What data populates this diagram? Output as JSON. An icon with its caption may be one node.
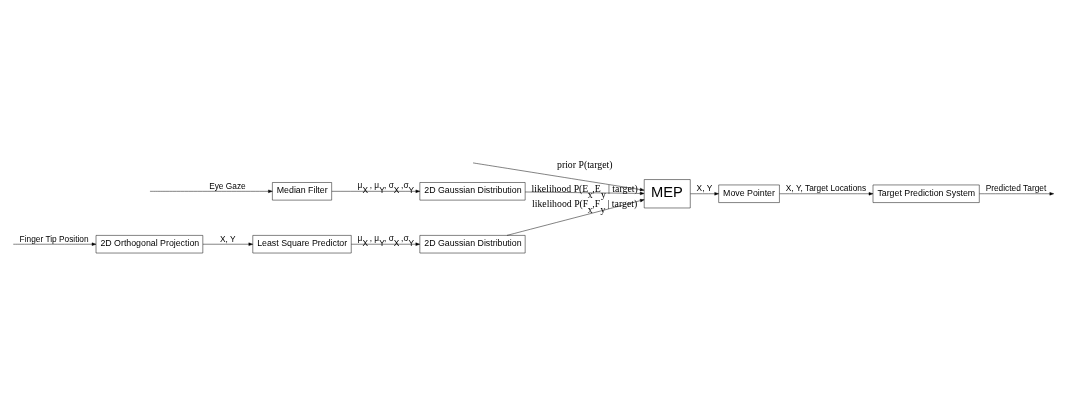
{
  "diagram": {
    "nodes": [
      {
        "text": [
          "Median Filter"
        ]
      },
      {
        "text": [
          "2D Gaussian Distribution"
        ]
      },
      {
        "text": [
          "MEP"
        ]
      },
      {
        "text": [
          "Move Pointer"
        ]
      },
      {
        "text": [
          "Target Prediction System"
        ]
      },
      {
        "text": [
          "2D Orthogonal Projection"
        ]
      },
      {
        "text": [
          "Least Square Predictor"
        ]
      },
      {
        "text": [
          "2D Gaussian Distribution"
        ]
      }
    ],
    "edges": [
      {
        "from": null,
        "to": 0,
        "arrow": "to",
        "label": "Eye Gaze"
      },
      {
        "from": 0,
        "to": 1,
        "arrow": "to",
        "label": "μ$_{X}$ , μ$_{Y}$, σ$_{X}$ ,σ$_{Y}$"
      },
      {
        "from": 1,
        "to": 2,
        "arrow": "to",
        "label": "likelihood P(E$_{x}$,E$_{y}$ | target)"
      },
      {
        "from": null,
        "to": 2,
        "arrow": "to",
        "label": "prior P(target)"
      },
      {
        "from": 7,
        "to": 2,
        "arrow": "to",
        "label": "likelihood P(F$_{x}$,F$_{y}$ | target)"
      },
      {
        "from": 2,
        "to": 3,
        "arrow": "to",
        "label": "X, Y"
      },
      {
        "from": 3,
        "to": 4,
        "arrow": "to",
        "label": "X, Y, Target Locations"
      },
      {
        "from": 4,
        "to": null,
        "arrow": "to",
        "label": "Predicted Target"
      },
      {
        "from": null,
        "to": 5,
        "arrow": "to",
        "label": "Finger Tip Position"
      },
      {
        "from": 5,
        "to": 6,
        "arrow": "to",
        "label": "X, Y"
      },
      {
        "from": 6,
        "to": 7,
        "arrow": "to",
        "label": "μ$_{X}$ , μ$_{Y}$, σ$_{X}$ ,σ$_{Y}$"
      }
    ]
  }
}
